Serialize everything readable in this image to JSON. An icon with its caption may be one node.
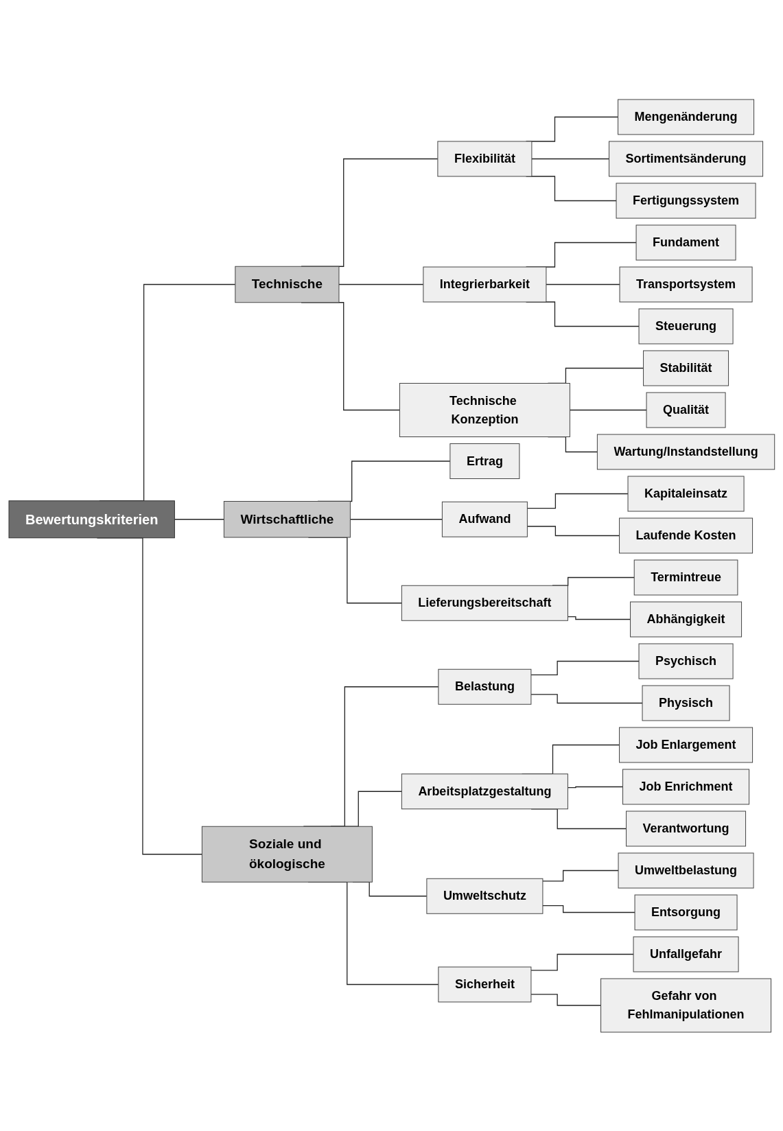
{
  "diagram": {
    "nodes": [
      {
        "text": [
          "Bewertungskriterien"
        ]
      },
      {
        "text": [
          "Technische"
        ]
      },
      {
        "text": [
          "Flexibilität"
        ]
      },
      {
        "text": [
          "Mengenänderung"
        ]
      },
      {
        "text": [
          "Sortimentsänderung"
        ]
      },
      {
        "text": [
          "Fertigungssystem"
        ]
      },
      {
        "text": [
          "Integrierbarkeit"
        ]
      },
      {
        "text": [
          "Fundament"
        ]
      },
      {
        "text": [
          "Transportsystem"
        ]
      },
      {
        "text": [
          "Steuerung"
        ]
      },
      {
        "text": [
          "Technische Konzeption"
        ]
      },
      {
        "text": [
          "Stabilität"
        ]
      },
      {
        "text": [
          "Qualität"
        ]
      },
      {
        "text": [
          "Wartung/Instandstellung"
        ]
      },
      {
        "text": [
          "Wirtschaftliche"
        ]
      },
      {
        "text": [
          "Ertrag"
        ]
      },
      {
        "text": [
          "Aufwand"
        ]
      },
      {
        "text": [
          "Kapitaleinsatz"
        ]
      },
      {
        "text": [
          "Laufende Kosten"
        ]
      },
      {
        "text": [
          "Lieferungsbereitschaft"
        ]
      },
      {
        "text": [
          "Termintreue"
        ]
      },
      {
        "text": [
          "Abhängigkeit"
        ]
      },
      {
        "text": [
          "Soziale und ökologische"
        ]
      },
      {
        "text": [
          "Belastung"
        ]
      },
      {
        "text": [
          "Psychisch"
        ]
      },
      {
        "text": [
          "Physisch"
        ]
      },
      {
        "text": [
          "Arbeitsplatzgestaltung"
        ]
      },
      {
        "text": [
          "Job Enlargement"
        ]
      },
      {
        "text": [
          "Job Enrichment"
        ]
      },
      {
        "text": [
          "Verantwortung"
        ]
      },
      {
        "text": [
          "Umweltschutz"
        ]
      },
      {
        "text": [
          "Umweltbelastung"
        ]
      },
      {
        "text": [
          "Entsorgung"
        ]
      },
      {
        "text": [
          "Sicherheit"
        ]
      },
      {
        "text": [
          "Unfallgefahr"
        ]
      },
      {
        "text": [
          "Gefahr von Fehlmanipulationen"
        ]
      }
    ],
    "edges": [
      {
        "from": 0,
        "to": 1,
        "arrow": "none"
      },
      {
        "from": 1,
        "to": 2,
        "arrow": "none"
      },
      {
        "from": 2,
        "to": 3,
        "arrow": "none"
      },
      {
        "from": 2,
        "to": 4,
        "arrow": "none"
      },
      {
        "from": 2,
        "to": 5,
        "arrow": "none"
      },
      {
        "from": 1,
        "to": 6,
        "arrow": "none"
      },
      {
        "from": 6,
        "to": 7,
        "arrow": "none"
      },
      {
        "from": 6,
        "to": 8,
        "arrow": "none"
      },
      {
        "from": 6,
        "to": 9,
        "arrow": "none"
      },
      {
        "from": 1,
        "to": 10,
        "arrow": "none"
      },
      {
        "from": 10,
        "to": 11,
        "arrow": "none"
      },
      {
        "from": 10,
        "to": 12,
        "arrow": "none"
      },
      {
        "from": 10,
        "to": 13,
        "arrow": "none"
      },
      {
        "from": 0,
        "to": 14,
        "arrow": "none"
      },
      {
        "from": 14,
        "to": 15,
        "arrow": "none"
      },
      {
        "from": 14,
        "to": 16,
        "arrow": "none"
      },
      {
        "from": 16,
        "to": 17,
        "arrow": "none"
      },
      {
        "from": 16,
        "to": 18,
        "arrow": "none"
      },
      {
        "from": 14,
        "to": 19,
        "arrow": "none"
      },
      {
        "from": 19,
        "to": 20,
        "arrow": "none"
      },
      {
        "from": 19,
        "to": 21,
        "arrow": "none"
      },
      {
        "from": 0,
        "to": 22,
        "arrow": "none"
      },
      {
        "from": 22,
        "to": 23,
        "arrow": "none"
      },
      {
        "from": 23,
        "to": 24,
        "arrow": "none"
      },
      {
        "from": 23,
        "to": 25,
        "arrow": "none"
      },
      {
        "from": 22,
        "to": 26,
        "arrow": "none"
      },
      {
        "from": 26,
        "to": 27,
        "arrow": "none"
      },
      {
        "from": 26,
        "to": 28,
        "arrow": "none"
      },
      {
        "from": 26,
        "to": 29,
        "arrow": "none"
      },
      {
        "from": 22,
        "to": 30,
        "arrow": "none"
      },
      {
        "from": 30,
        "to": 31,
        "arrow": "none"
      },
      {
        "from": 30,
        "to": 32,
        "arrow": "none"
      },
      {
        "from": 22,
        "to": 33,
        "arrow": "none"
      },
      {
        "from": 33,
        "to": 34,
        "arrow": "none"
      },
      {
        "from": 33,
        "to": 35,
        "arrow": "none"
      }
    ]
  }
}
